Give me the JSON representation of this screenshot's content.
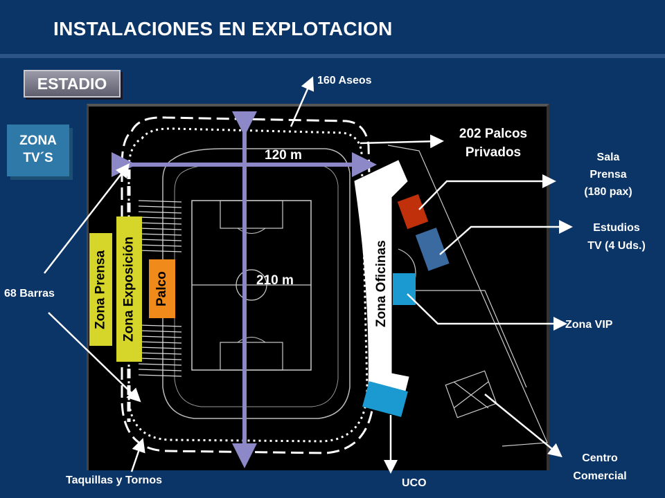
{
  "header": {
    "title": "INSTALACIONES EN EXPLOTACION"
  },
  "badge": {
    "label": "ESTADIO"
  },
  "zona_tv": {
    "line1": "ZONA",
    "line2": "TV´S"
  },
  "dimensions": {
    "width": "120 m",
    "length": "210 m"
  },
  "zones": {
    "prensa": "Zona Prensa",
    "exposicion": "Zona Exposición",
    "palco": "Palco",
    "oficinas": "Zona Oficinas"
  },
  "callouts": {
    "aseos": "160 Aseos",
    "palcos_line1": "202 Palcos",
    "palcos_line2": "Privados",
    "sala_line1": "Sala",
    "sala_line2": "Prensa",
    "sala_line3": "(180 pax)",
    "estudios_line1": "Estudios",
    "estudios_line2": "TV (4 Uds.)",
    "vip": "Zona VIP",
    "barras": "68 Barras",
    "taquillas": "Taquillas y Tornos",
    "uco": "UCO",
    "centro_line1": "Centro",
    "centro_line2": "Comercial"
  },
  "colors": {
    "background": "#0b3566",
    "zona_prensa": "#d6d62a",
    "zona_exposicion": "#d6d62a",
    "palco": "#f08a1a",
    "sala_prensa": "#c0300a",
    "estudios_tv": "#3a6aa0",
    "zona_vip": "#1a9ad0",
    "uco": "#1a9ad0",
    "dimension_arrow": "#8d88c8"
  }
}
